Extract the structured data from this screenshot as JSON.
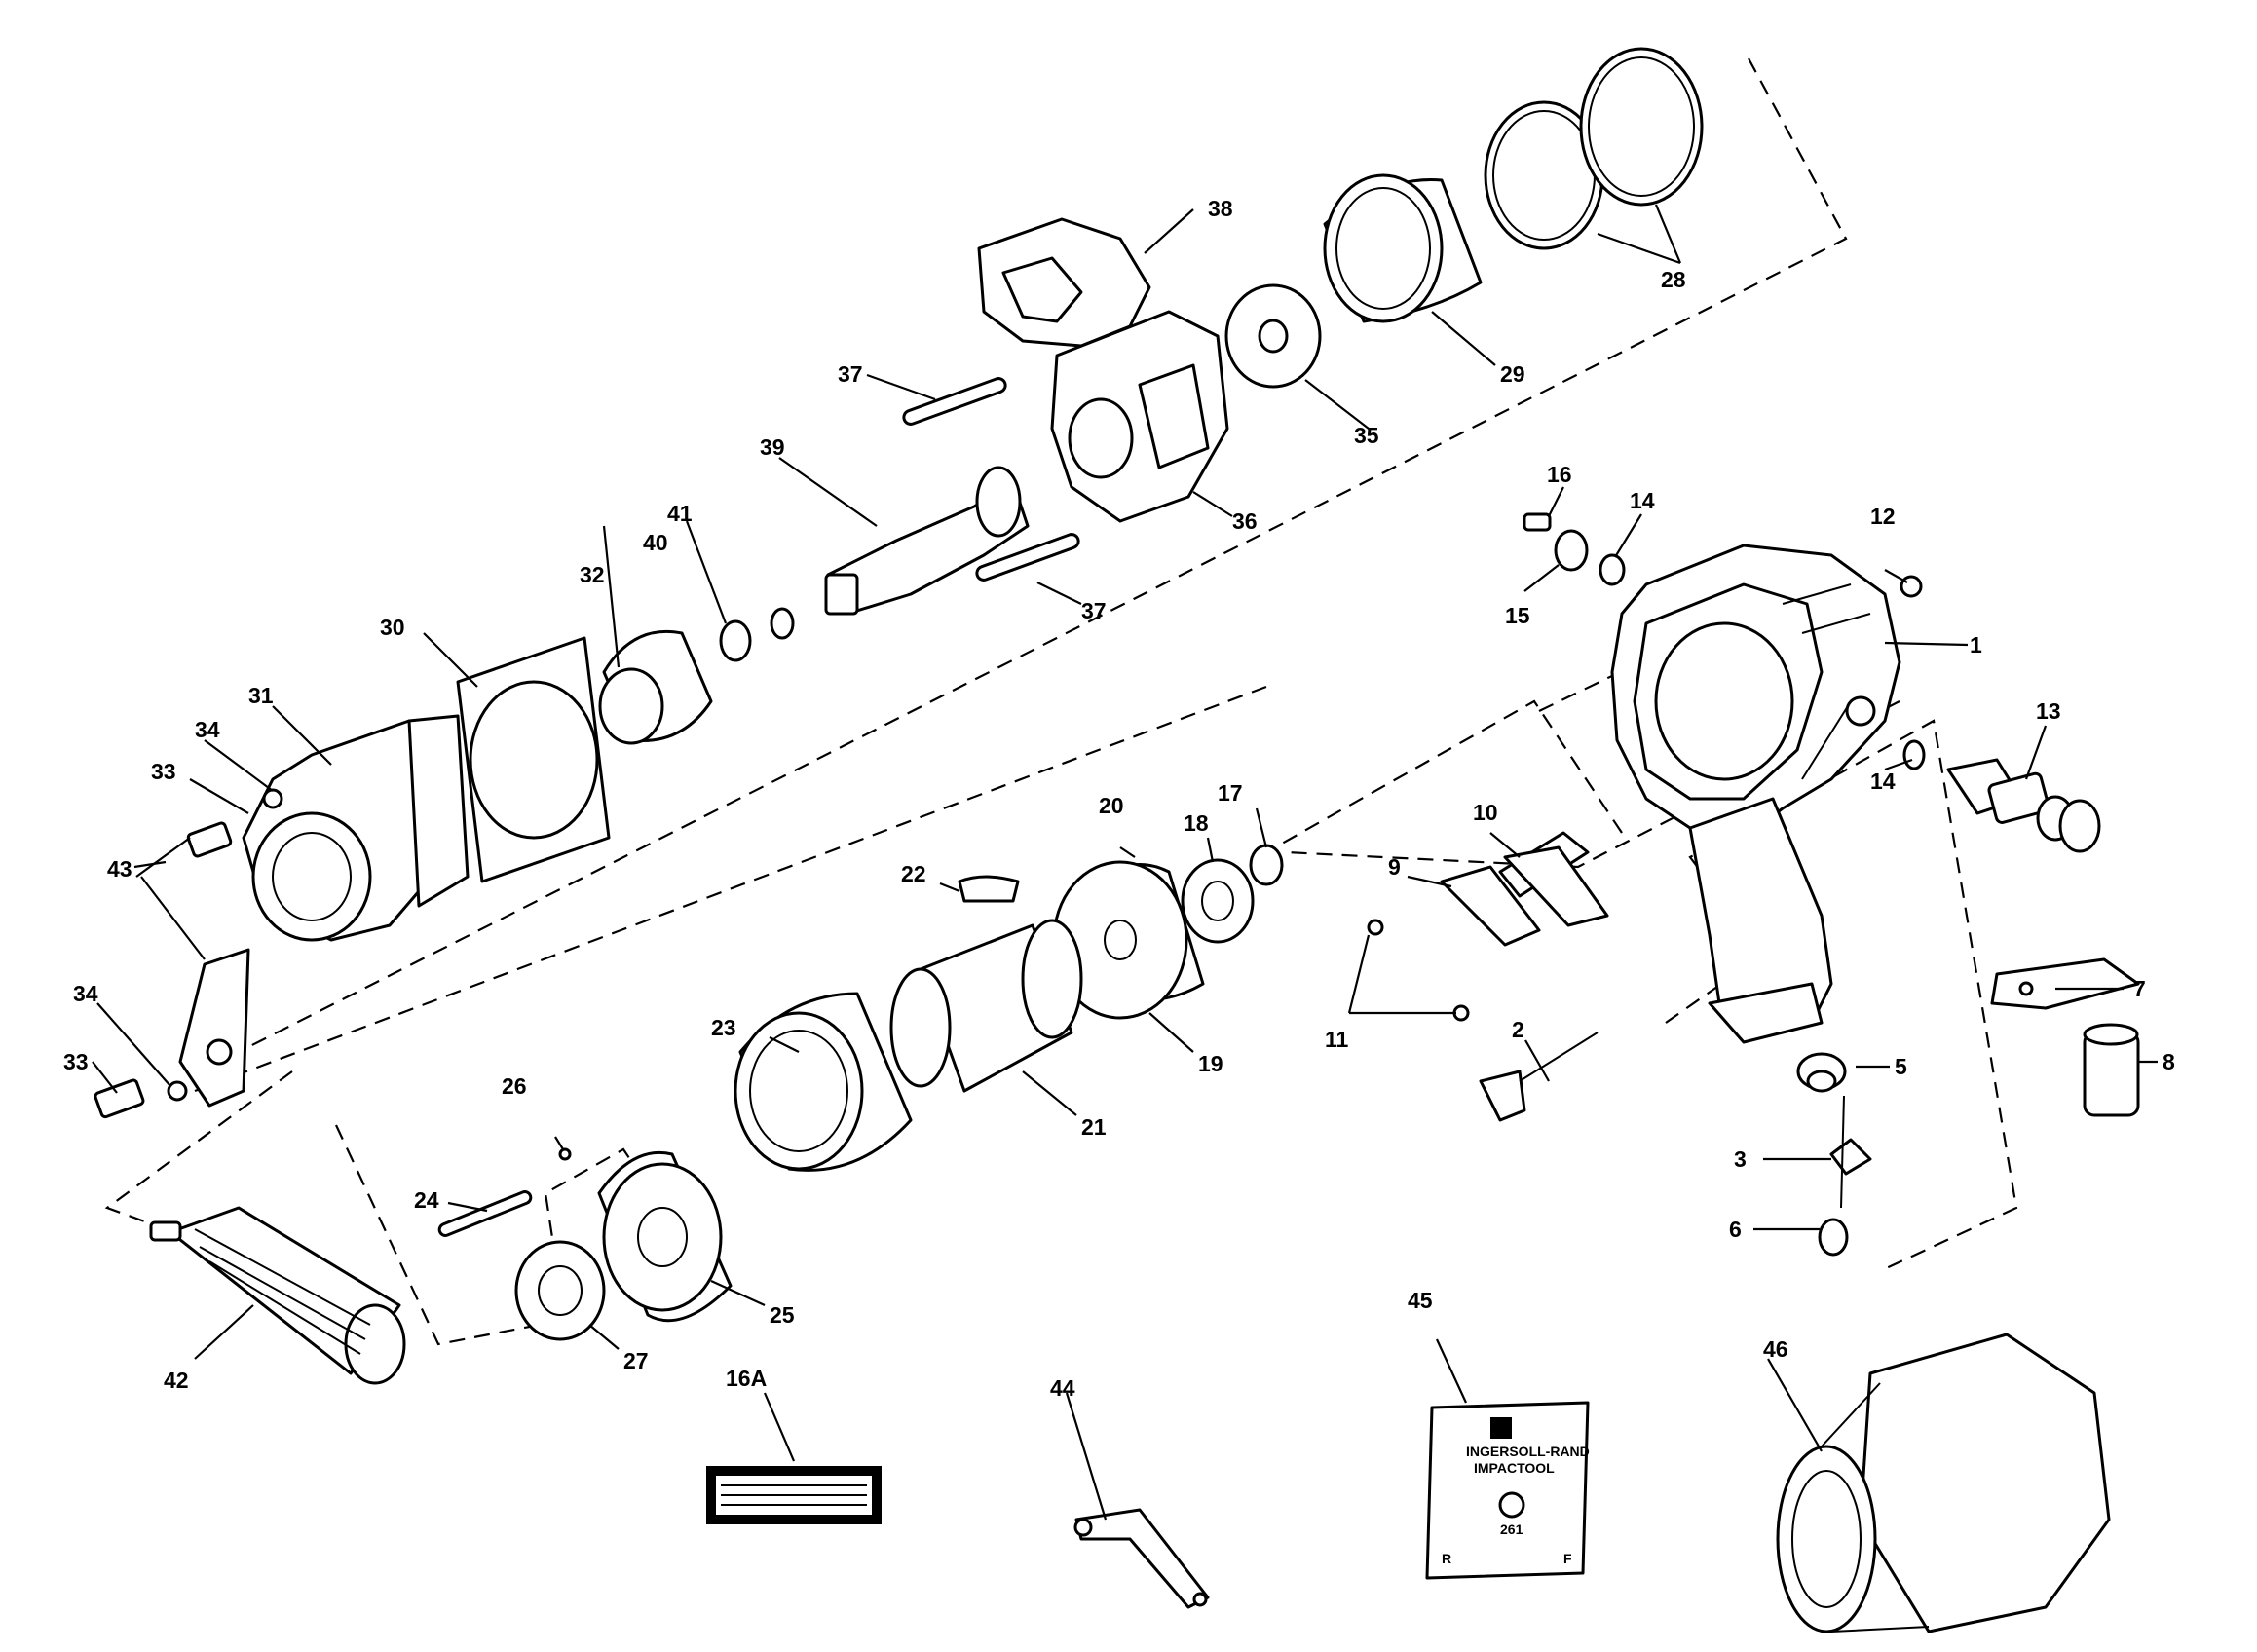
{
  "callouts": {
    "c1": "1",
    "c2": "2",
    "c3": "3",
    "c5": "5",
    "c6": "6",
    "c7": "7",
    "c8": "8",
    "c9": "9",
    "c10": "10",
    "c11": "11",
    "c12": "12",
    "c13": "13",
    "c14a": "14",
    "c14b": "14",
    "c15": "15",
    "c16": "16",
    "c16a": "16A",
    "c17": "17",
    "c18": "18",
    "c19": "19",
    "c20": "20",
    "c21": "21",
    "c22": "22",
    "c23": "23",
    "c24": "24",
    "c25": "25",
    "c26": "26",
    "c27": "27",
    "c28": "28",
    "c29": "29",
    "c30": "30",
    "c31": "31",
    "c32": "32",
    "c33a": "33",
    "c33b": "33",
    "c34a": "34",
    "c34b": "34",
    "c35": "35",
    "c36": "36",
    "c37a": "37",
    "c37b": "37",
    "c38": "38",
    "c39": "39",
    "c40": "40",
    "c41": "41",
    "c42": "42",
    "c43": "43",
    "c44": "44",
    "c45": "45",
    "c46": "46"
  },
  "nameplate": {
    "brand": "INGERSOLL-RAND",
    "product": "IMPACTOOL",
    "model": "261",
    "reverse": "R",
    "forward": "F"
  }
}
